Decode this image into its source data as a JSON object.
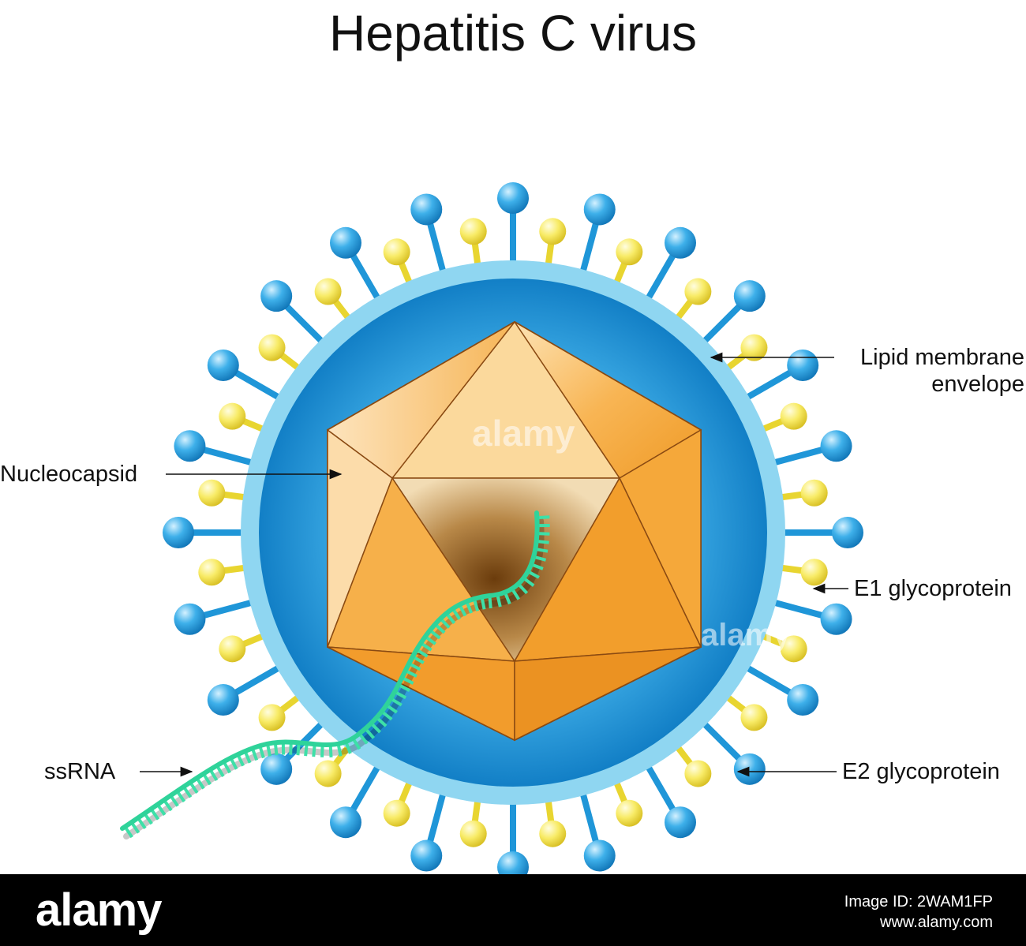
{
  "title": "Hepatitis C virus",
  "labels": {
    "lipid_membrane_line1": "Lipid membrane",
    "lipid_membrane_line2": "envelope",
    "nucleocapsid": "Nucleocapsid",
    "e1": "E1 glycoprotein",
    "e2": "E2 glycoprotein",
    "ssrna": "ssRNA"
  },
  "watermark": "alamy",
  "footer": {
    "logo": "alamy",
    "image_id": "Image ID: 2WAM1FP",
    "url": "www.alamy.com"
  },
  "colors": {
    "envelope": "#8fd6f1",
    "interior": "#1f9fdf",
    "capsid": "#f5aa3c",
    "e1": "#f5e34a",
    "e2": "#2a9fe0",
    "rna": "#2fd39a"
  }
}
